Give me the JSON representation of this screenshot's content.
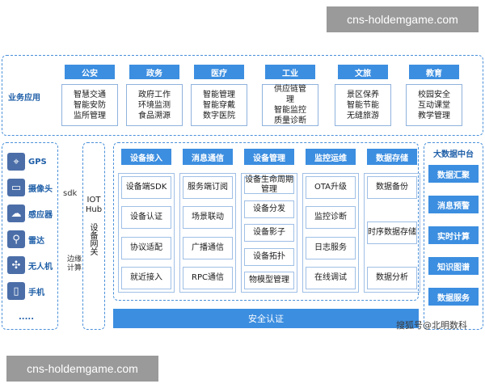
{
  "watermarks": {
    "top": "cns-holdemgame.com",
    "bottom": "cns-holdemgame.com"
  },
  "business": {
    "label": "业务应用",
    "categories": [
      {
        "title": "公安",
        "lines": [
          "智慧交通",
          "智能安防",
          "监所管理"
        ]
      },
      {
        "title": "政务",
        "lines": [
          "政府工作",
          "环境监测",
          "食品溯源"
        ]
      },
      {
        "title": "医疗",
        "lines": [
          "智能管理",
          "智能穿戴",
          "数字医院"
        ]
      },
      {
        "title": "工业",
        "lines": [
          "供应链管",
          "理",
          "智能监控",
          "质量诊断"
        ]
      },
      {
        "title": "文旅",
        "lines": [
          "景区保养",
          "智能节能",
          "无缝旅游"
        ]
      },
      {
        "title": "教育",
        "lines": [
          "校园安全",
          "互动课堂",
          "教学管理"
        ]
      }
    ]
  },
  "devices": [
    {
      "name": "GPS",
      "icon": "gps-icon"
    },
    {
      "name": "摄像头",
      "icon": "camera-icon"
    },
    {
      "name": "感应器",
      "icon": "sensor-icon"
    },
    {
      "name": "雷达",
      "icon": "radar-icon"
    },
    {
      "name": "无人机",
      "icon": "drone-icon"
    },
    {
      "name": "手机",
      "icon": "phone-icon"
    },
    {
      "name": "....."
    }
  ],
  "edge": {
    "sdk": "sdk",
    "compute": "边缘计算"
  },
  "gateway": {
    "hub": "IOT Hub",
    "label": "设备网关"
  },
  "platform": {
    "columns": [
      {
        "title": "设备接入",
        "items": [
          "设备端SDK",
          "设备认证",
          "协议适配",
          "就近接入"
        ]
      },
      {
        "title": "消息通信",
        "items": [
          "服务端订阅",
          "场景联动",
          "广播通信",
          "RPC通信"
        ]
      },
      {
        "title": "设备管理",
        "items": [
          "设备生命周期管理",
          "设备分发",
          "设备影子",
          "设备拓扑",
          "物模型管理"
        ]
      },
      {
        "title": "监控运维",
        "items": [
          "OTA升级",
          "监控诊断",
          "日志服务",
          "在线调试"
        ]
      },
      {
        "title": "数据存储",
        "items": [
          "数据备份",
          "时序数据存储",
          "数据分析"
        ]
      }
    ],
    "security": "安全认证"
  },
  "bigdata": {
    "title": "大数据中台",
    "items": [
      "数据汇聚",
      "消息预警",
      "实时计算",
      "知识图谱",
      "数据服务"
    ]
  },
  "credit": "搜狐号@北明数科",
  "colors": {
    "primary": "#3c8ee0",
    "border": "#4a90d9",
    "watermark": "#9a9a9a"
  }
}
